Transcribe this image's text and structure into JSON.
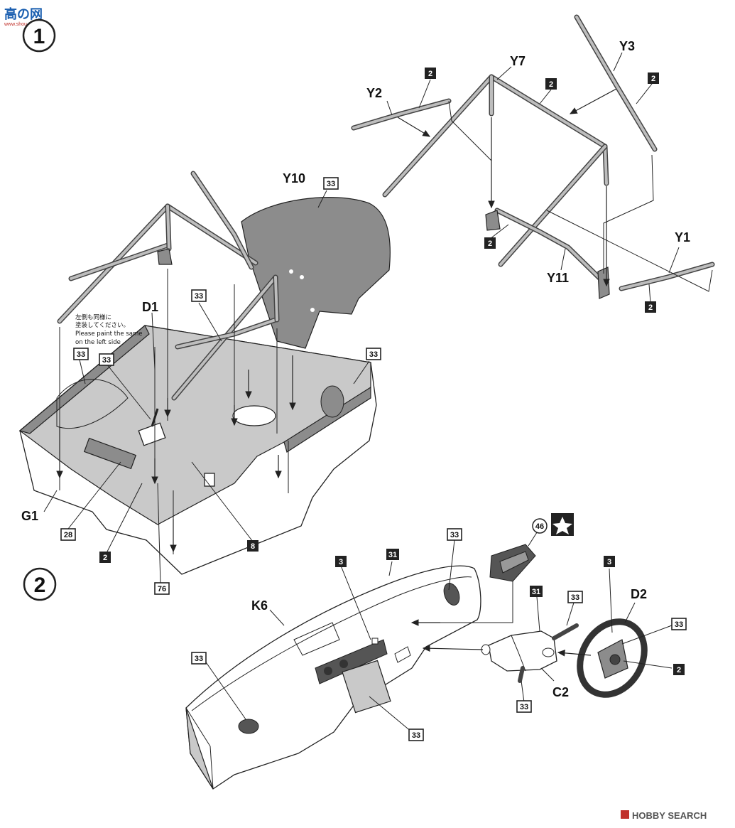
{
  "watermark_top": {
    "text": "高の网",
    "sub": "www.shou.com"
  },
  "watermark_bottom": "HOBBY SEARCH",
  "steps": [
    {
      "number": "1"
    },
    {
      "number": "2"
    }
  ],
  "part_labels": {
    "Y10": "Y10",
    "Y7": "Y7",
    "Y3": "Y3",
    "Y2": "Y2",
    "Y1": "Y1",
    "Y11": "Y11",
    "D1": "D1",
    "G1": "G1",
    "K6": "K6",
    "D2": "D2",
    "C2": "C2"
  },
  "color_codes": {
    "c2a": "2",
    "c2b": "2",
    "c2c": "2",
    "c2d": "2",
    "c2e": "2",
    "c2f": "2",
    "c2g": "2",
    "c33a": "33",
    "c33b": "33",
    "c33c": "33",
    "c33d": "33",
    "c33e": "33",
    "c33f": "33",
    "c33g": "33",
    "c33h": "33",
    "c33i": "33",
    "c33j": "33",
    "c33k": "33",
    "c28": "28",
    "c8": "8",
    "c76": "76",
    "c31a": "31",
    "c31b": "31",
    "c3a": "3",
    "c3b": "3",
    "c46": "46"
  },
  "note": {
    "jp_line1": "左側も同様に",
    "jp_line2": "塗装してください。",
    "en_line1": "Please paint the same",
    "en_line2": "on the left side"
  },
  "colors": {
    "ink": "#222222",
    "grey_fill": "#8c8c8c",
    "light_grey": "#c9c9c9"
  }
}
